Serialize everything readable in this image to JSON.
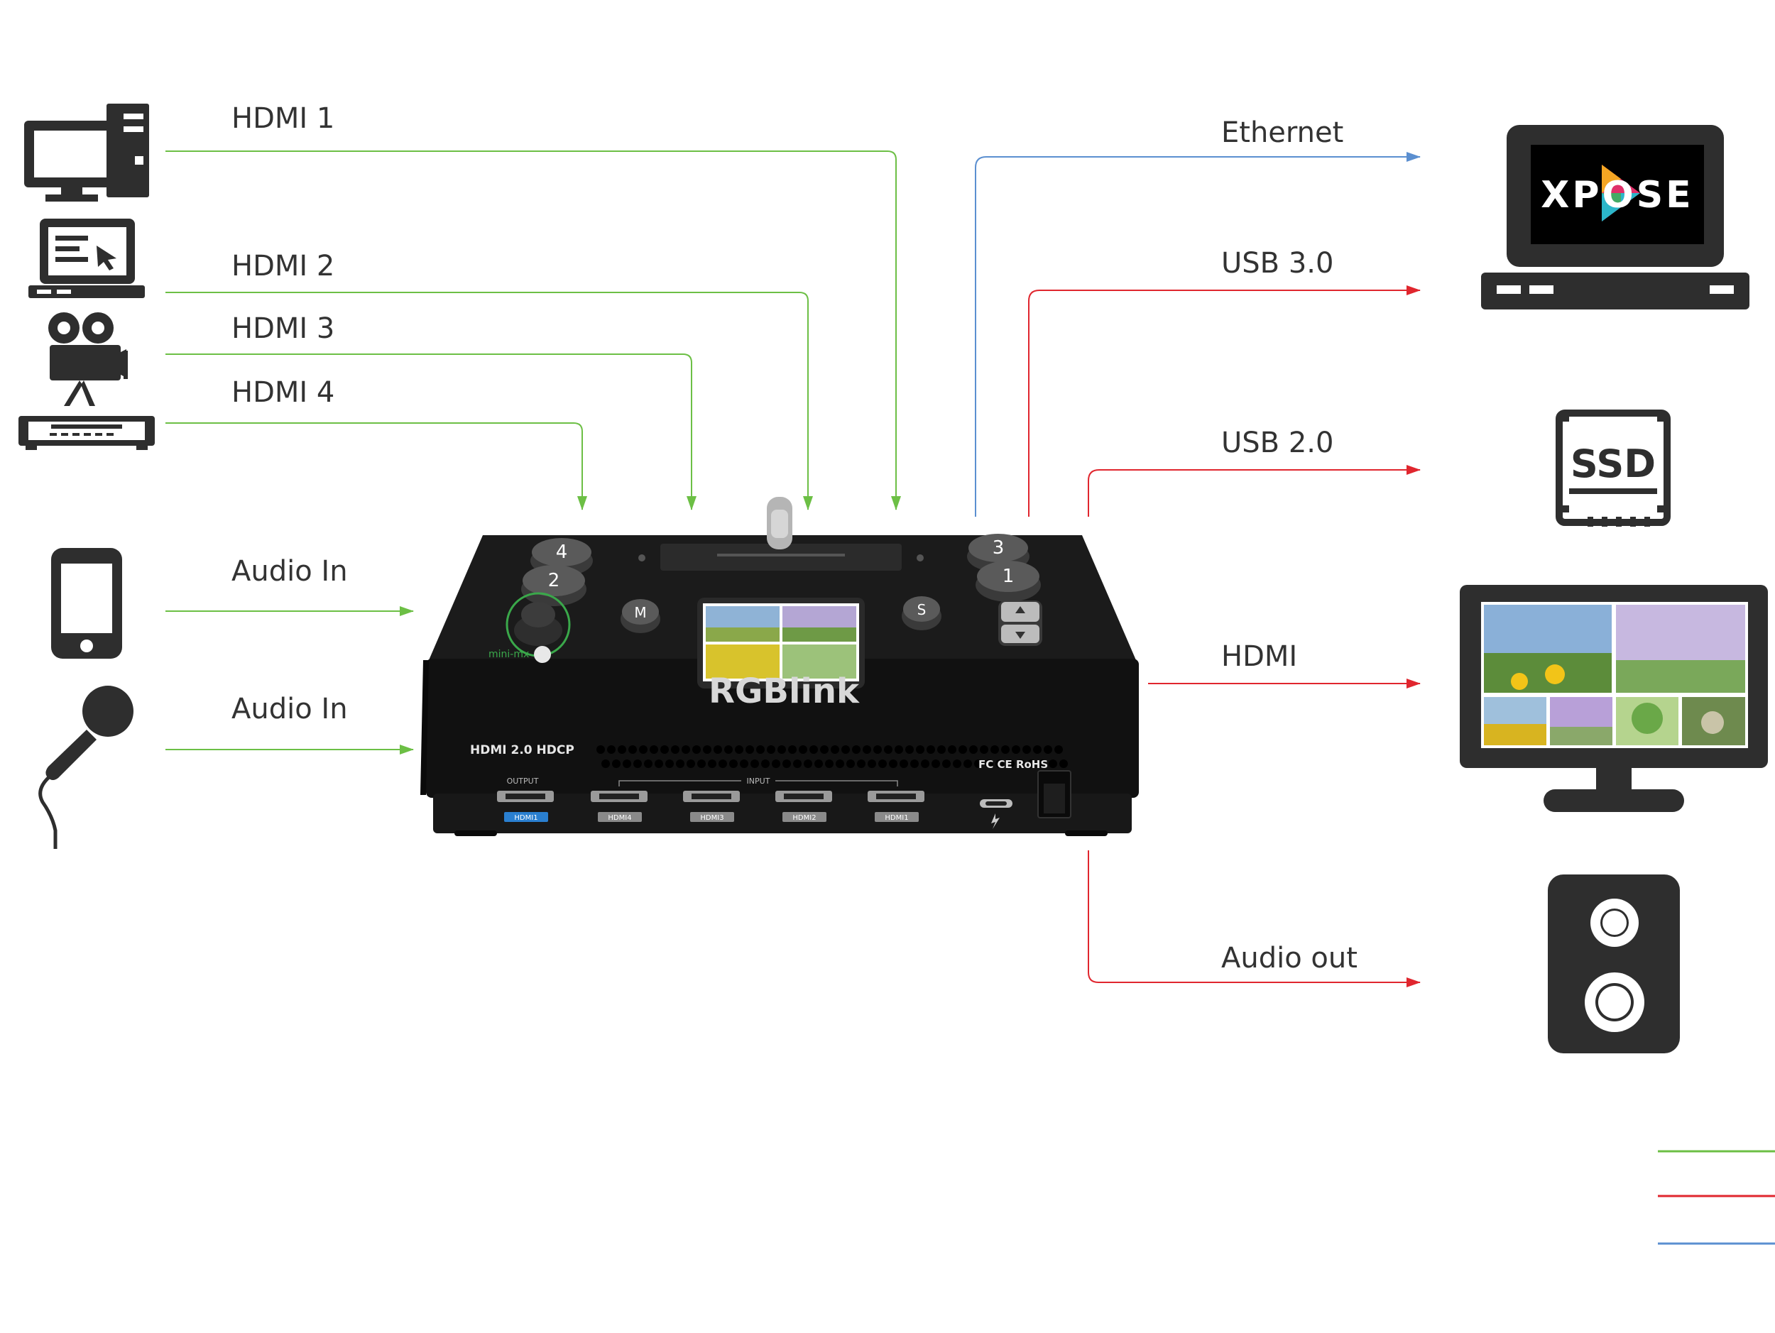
{
  "colors": {
    "video_green": "#6cbf45",
    "usb_red": "#e0262e",
    "ethernet_blue": "#5b8fd0",
    "icon_dark": "#2e2e2e"
  },
  "inputs": {
    "hdmi1": "HDMI 1",
    "hdmi2": "HDMI 2",
    "hdmi3": "HDMI 3",
    "hdmi4": "HDMI 4",
    "audio_in_phone": "Audio In",
    "audio_in_mic": "Audio In"
  },
  "outputs": {
    "ethernet": "Ethernet",
    "usb30": "USB 3.0",
    "usb20": "USB 2.0",
    "hdmi": "HDMI",
    "audio_out": "Audio out"
  },
  "device": {
    "brand": "RGBlink",
    "spec": "HDMI 2.0 HDCP",
    "certs": "FC CE RoHS",
    "output_label": "OUTPUT",
    "input_label": "INPUT",
    "port_output": "HDMI1",
    "port_in4": "HDMI4",
    "port_in3": "HDMI3",
    "port_in2": "HDMI2",
    "port_in1": "HDMI1",
    "key_4": "4",
    "key_2": "2",
    "key_3": "3",
    "key_1": "1",
    "key_m": "M",
    "key_s": "S"
  },
  "laptop_screen": {
    "logo": "XPOSE"
  },
  "ssd": {
    "label": "SSD"
  },
  "icons": [
    "desktop-computer-icon",
    "laptop-presentation-icon",
    "video-camera-icon",
    "dvd-player-icon",
    "smartphone-icon",
    "microphone-icon",
    "laptop-icon",
    "ssd-icon",
    "monitor-icon",
    "speaker-icon"
  ]
}
